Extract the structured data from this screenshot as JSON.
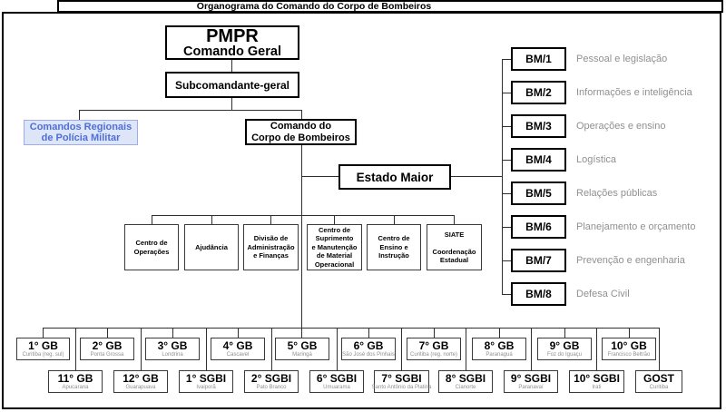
{
  "title": "Organograma do Comando do Corpo de Bombeiros",
  "chart": {
    "root": {
      "line1": "PMPR",
      "line2": "Comando Geral"
    },
    "sub": "Subcomandante-geral",
    "regional": "Comandos Regionais\nde Polícia Militar",
    "ccb": "Comando do\nCorpo de Bombeiros",
    "estado_maior": "Estado Maior",
    "bm": [
      {
        "code": "BM/1",
        "label": "Pessoal e legislação"
      },
      {
        "code": "BM/2",
        "label": "Informações e inteligência"
      },
      {
        "code": "BM/3",
        "label": "Operações e ensino"
      },
      {
        "code": "BM/4",
        "label": "Logística"
      },
      {
        "code": "BM/5",
        "label": "Relações públicas"
      },
      {
        "code": "BM/6",
        "label": "Planejamento e orçamento"
      },
      {
        "code": "BM/7",
        "label": "Prevenção e engenharia"
      },
      {
        "code": "BM/8",
        "label": "Defesa Civil"
      }
    ],
    "departments": [
      "Centro de\nOperações",
      "Ajudância",
      "Divisão de\nAdministração\ne Finanças",
      "Centro de\nSuprimento\ne Manutenção\nde Material\nOperacional",
      "Centro de\nEnsino e\nInstrução",
      "SIATE\n\nCoordenação\nEstadual"
    ],
    "units_row1": [
      {
        "code": "1° GB",
        "city": "Curitiba (reg. sul)"
      },
      {
        "code": "2° GB",
        "city": "Ponta Grossa"
      },
      {
        "code": "3° GB",
        "city": "Londrina"
      },
      {
        "code": "4° GB",
        "city": "Cascavel"
      },
      {
        "code": "5° GB",
        "city": "Maringá"
      },
      {
        "code": "6° GB",
        "city": "São José dos Pinhais"
      },
      {
        "code": "7° GB",
        "city": "Curitiba (reg. norte)"
      },
      {
        "code": "8° GB",
        "city": "Paranaguá"
      },
      {
        "code": "9° GB",
        "city": "Foz do Iguaçu"
      },
      {
        "code": "10° GB",
        "city": "Francisco Beltrão"
      }
    ],
    "units_row2": [
      {
        "code": "11° GB",
        "city": "Apucarana"
      },
      {
        "code": "12° GB",
        "city": "Guarapuava"
      },
      {
        "code": "1° SGBI",
        "city": "Ivaiporã"
      },
      {
        "code": "2° SGBI",
        "city": "Pato Branco"
      },
      {
        "code": "6° SGBI",
        "city": "Umuarama"
      },
      {
        "code": "7° SGBI",
        "city": "Santo Antônio da Platina"
      },
      {
        "code": "8° SGBI",
        "city": "Cianorte"
      },
      {
        "code": "9° SGBI",
        "city": "Paranavaí"
      },
      {
        "code": "10° SGBI",
        "city": "Irati"
      },
      {
        "code": "GOST",
        "city": "Curitiba"
      }
    ],
    "colors": {
      "accent_blue": "#4e6fdb",
      "label_gray": "#909090",
      "line": "#303030"
    }
  }
}
